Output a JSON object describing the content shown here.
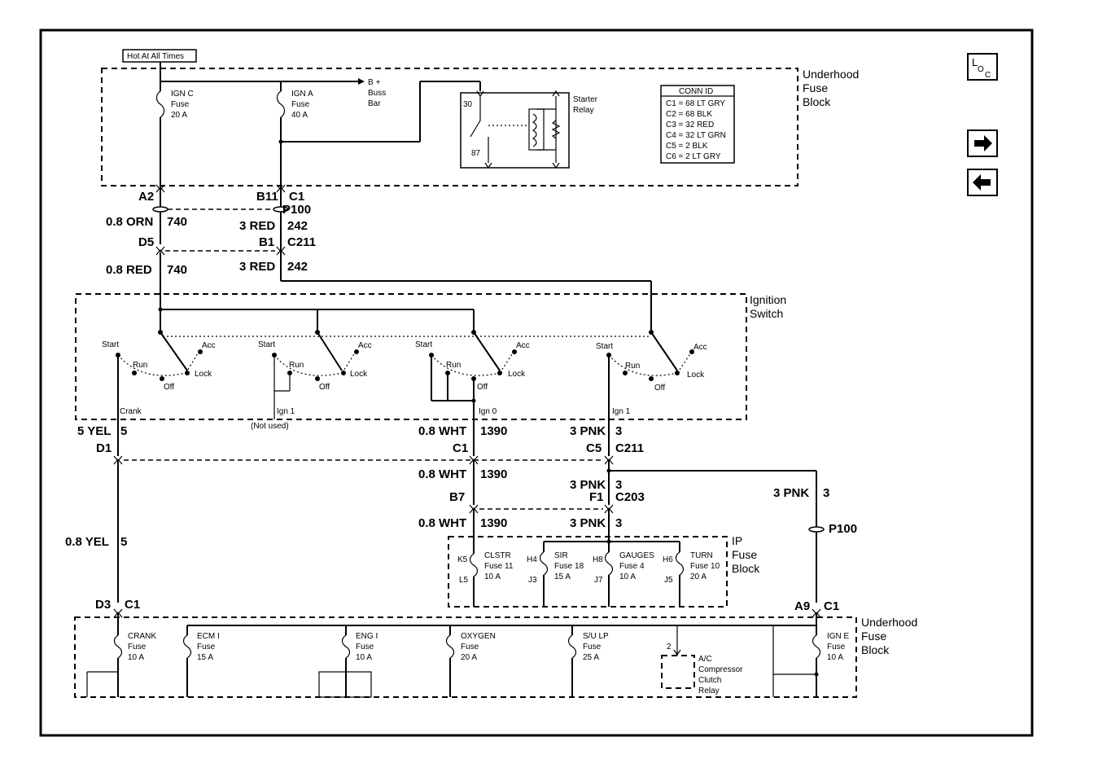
{
  "hot_label": "Hot At All Times",
  "underhood_top": [
    "Underhood",
    "Fuse",
    "Block"
  ],
  "underhood_bottom": [
    "Underhood",
    "Fuse",
    "Block"
  ],
  "ignition_switch": [
    "Ignition",
    "Switch"
  ],
  "ip_block": [
    "IP",
    "Fuse",
    "Block"
  ],
  "loc_button": {
    "l": "L",
    "o": "O",
    "c": "C"
  },
  "fuses_top": {
    "ignc": [
      "IGN C",
      "Fuse",
      "20 A"
    ],
    "igna": [
      "IGN A",
      "Fuse",
      "40 A"
    ],
    "bus": [
      "B +",
      "Buss",
      "Bar"
    ]
  },
  "starter": {
    "label": [
      "Starter",
      "Relay"
    ],
    "p30": "30",
    "p87": "87"
  },
  "conn_id": {
    "title": "CONN ID",
    "rows": [
      "C1 = 68 LT GRY",
      "C2 = 68 BLK",
      "C3 = 32 RED",
      "C4 = 32 LT GRN",
      "C5 = 2 BLK",
      "C6 = 2 LT GRY"
    ]
  },
  "wires": {
    "a2": "A2",
    "b11": "B11",
    "c1_top": "C1",
    "p100_top": "P100",
    "orn": "0.8 ORN",
    "n740a": "740",
    "red3a": "3 RED",
    "n242a": "242",
    "d5": "D5",
    "b1": "B1",
    "c211_top": "C211",
    "red08": "0.8 RED",
    "n740b": "740",
    "red3b": "3 RED",
    "n242b": "242",
    "yel5": "5 YEL",
    "n5a": "5",
    "wht1": "0.8 WHT",
    "n1390a": "1390",
    "pnk1": "3 PNK",
    "n3a": "3",
    "d1": "D1",
    "c1_mid": "C1",
    "c5": "C5",
    "c211_mid": "C211",
    "wht2": "0.8 WHT",
    "n1390b": "1390",
    "pnk2": "3 PNK",
    "n3b": "3",
    "pnk3": "3 PNK",
    "n3c": "3",
    "b7": "B7",
    "f1": "F1",
    "c203": "C203",
    "yel08": "0.8 YEL",
    "n5b": "5",
    "wht3": "0.8 WHT",
    "n1390c": "1390",
    "pnk4": "3 PNK",
    "n3d": "3",
    "p100_right": "P100",
    "d3": "D3",
    "c1_d3": "C1",
    "a9": "A9",
    "c1_a9": "C1"
  },
  "switch_labels": {
    "start": "Start",
    "run": "Run",
    "acc": "Acc",
    "lock": "Lock",
    "off": "Off",
    "crank": "Crank",
    "ign1": "Ign 1",
    "not_used": "(Not used)",
    "ign0": "Ign 0",
    "ign1b": "Ign 1"
  },
  "ip_fuses": {
    "clstr": [
      "CLSTR",
      "Fuse 11",
      "10 A"
    ],
    "k5": "K5",
    "l5": "L5",
    "sir": [
      "SIR",
      "Fuse 18",
      "15 A"
    ],
    "h4": "H4",
    "j3": "J3",
    "gauges": [
      "GAUGES",
      "Fuse 4",
      "10 A"
    ],
    "h8": "H8",
    "j7": "J7",
    "turn": [
      "TURN",
      "Fuse 10",
      "20 A"
    ],
    "h6": "H6",
    "j5": "J5"
  },
  "bottom_fuses": {
    "crank": [
      "CRANK",
      "Fuse",
      "10 A"
    ],
    "ecmi": [
      "ECM I",
      "Fuse",
      "15 A"
    ],
    "engi": [
      "ENG I",
      "Fuse",
      "10 A"
    ],
    "oxygen": [
      "OXYGEN",
      "Fuse",
      "20 A"
    ],
    "sulp": [
      "S/U LP",
      "Fuse",
      "25 A"
    ],
    "igne": [
      "IGN E",
      "Fuse",
      "10 A"
    ],
    "ac": [
      "A/C",
      "Compressor",
      "Clutch",
      "Relay"
    ],
    "ac_pin": "2"
  }
}
